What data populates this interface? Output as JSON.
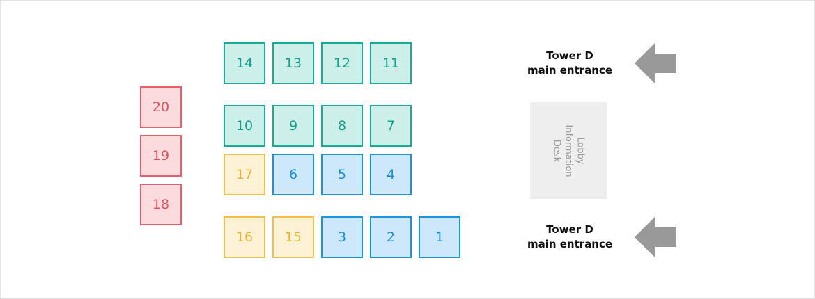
{
  "colors": {
    "teal": {
      "border": "#1aab96",
      "fill": "#ccefe9",
      "text": "#13a08c"
    },
    "blue": {
      "border": "#1b93dd",
      "fill": "#cde8fa",
      "text": "#1b8fd8"
    },
    "yellow": {
      "border": "#f2c04a",
      "fill": "#fdf1d6",
      "text": "#ecb531"
    },
    "red": {
      "border": "#e4606c",
      "fill": "#fbdbdd",
      "text": "#e0525f"
    },
    "arrow": "#999999"
  },
  "booths": [
    {
      "id": "14",
      "color": "teal"
    },
    {
      "id": "13",
      "color": "teal"
    },
    {
      "id": "12",
      "color": "teal"
    },
    {
      "id": "11",
      "color": "teal"
    },
    {
      "id": "10",
      "color": "teal"
    },
    {
      "id": "9",
      "color": "teal"
    },
    {
      "id": "8",
      "color": "teal"
    },
    {
      "id": "7",
      "color": "teal"
    },
    {
      "id": "17",
      "color": "yellow"
    },
    {
      "id": "6",
      "color": "blue"
    },
    {
      "id": "5",
      "color": "blue"
    },
    {
      "id": "4",
      "color": "blue"
    },
    {
      "id": "16",
      "color": "yellow"
    },
    {
      "id": "15",
      "color": "yellow"
    },
    {
      "id": "3",
      "color": "blue"
    },
    {
      "id": "2",
      "color": "blue"
    },
    {
      "id": "1",
      "color": "blue"
    },
    {
      "id": "20",
      "color": "red"
    },
    {
      "id": "19",
      "color": "red"
    },
    {
      "id": "18",
      "color": "red"
    }
  ],
  "entrances": [
    {
      "line1": "Tower D",
      "line2": "main entrance",
      "arrow_icon": "arrow-left-icon"
    },
    {
      "line1": "Tower D",
      "line2": "main entrance",
      "arrow_icon": "arrow-left-icon"
    }
  ],
  "desk": {
    "lines": [
      "Lobby",
      "Information",
      "Desk"
    ]
  }
}
